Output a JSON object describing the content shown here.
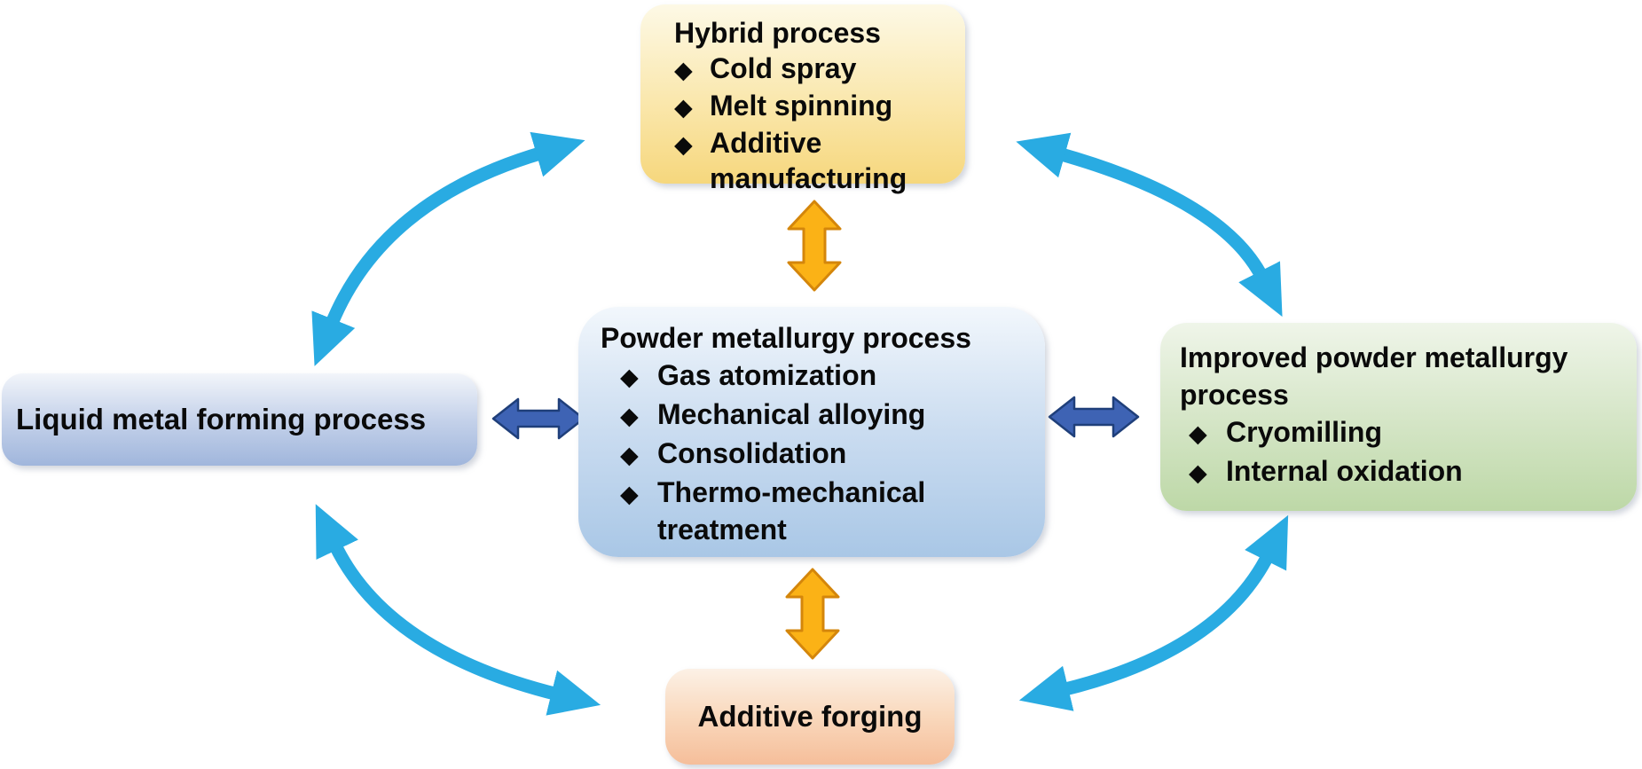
{
  "diagram": {
    "type": "process-relationship-diagram",
    "background": "#FFFFFF",
    "bullet_glyph": "◆",
    "boxes": {
      "hybrid_process": {
        "title": "Hybrid process",
        "items": [
          "Cold spray",
          "Melt spinning",
          "Additive manufacturing"
        ],
        "position": "top",
        "fill_top": "#FDF9E6",
        "fill_bottom": "#F6D77D"
      },
      "powder_metallurgy_process": {
        "title": "Powder metallurgy process",
        "items": [
          "Gas atomization",
          "Mechanical alloying",
          "Consolidation",
          "Thermo-mechanical treatment"
        ],
        "position": "center",
        "fill_top": "#F2F7FC",
        "fill_bottom": "#A9C7E6"
      },
      "liquid_metal_forming": {
        "title": "Liquid metal forming process",
        "items": [],
        "position": "left",
        "fill_top": "#F2F5FA",
        "fill_bottom": "#A0B6DC"
      },
      "improved_powder_metallurgy": {
        "title": "Improved powder metallurgy process",
        "items": [
          "Cryomilling",
          "Internal oxidation"
        ],
        "position": "right",
        "fill_top": "#EFF5E9",
        "fill_bottom": "#BDD8A7"
      },
      "additive_forging": {
        "title": "Additive forging",
        "items": [],
        "position": "bottom",
        "fill_top": "#FCF1E6",
        "fill_bottom": "#F5BE9A"
      }
    },
    "connectors": {
      "curved_double_arrows_color": "#29ABE2",
      "curved_double_arrows": [
        "hybrid_process <-> liquid_metal_forming",
        "hybrid_process <-> improved_powder_metallurgy",
        "liquid_metal_forming <-> additive_forging",
        "improved_powder_metallurgy <-> additive_forging"
      ],
      "gold_double_arrows_fill": "#FBB216",
      "gold_double_arrows_stroke": "#D4860B",
      "gold_double_arrows": [
        "powder_metallurgy_process <-> hybrid_process",
        "powder_metallurgy_process <-> additive_forging"
      ],
      "blue_double_arrows_fill": "#3E63B4",
      "blue_double_arrows_stroke": "#1F3F7A",
      "blue_double_arrows": [
        "powder_metallurgy_process <-> liquid_metal_forming",
        "powder_metallurgy_process <-> improved_powder_metallurgy"
      ]
    },
    "text_color": "#0A0A0A"
  }
}
